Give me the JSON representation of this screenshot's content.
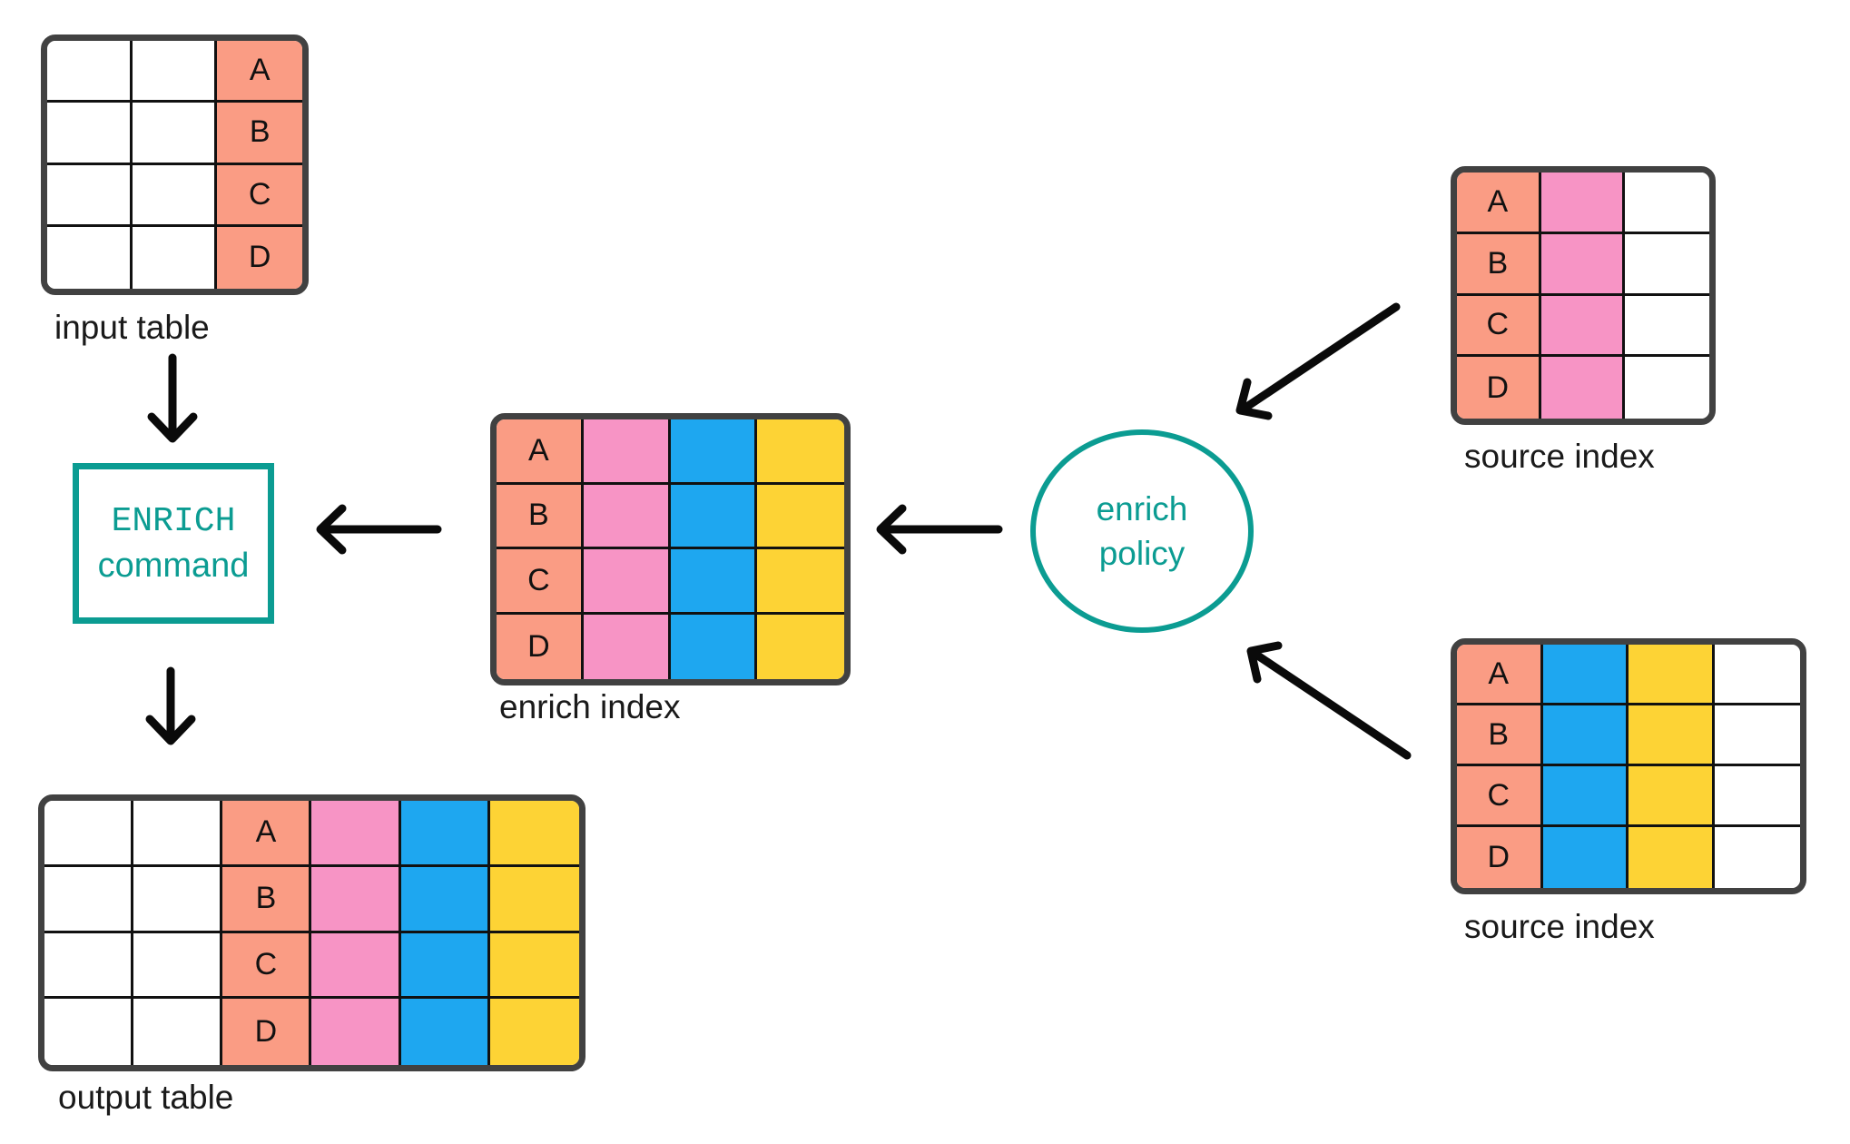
{
  "colors": {
    "salmon": "#FA9C84",
    "pink": "#F794C5",
    "blue": "#1EA7F0",
    "yellow": "#FDD335",
    "white": "#FFFFFF",
    "teal": "#0B9C92",
    "table_border": "#414141",
    "grid_line": "#111111",
    "arrow": "#0A0A0A",
    "label_text": "#1A1A1A"
  },
  "nodes": {
    "input_table": {
      "label": "input table",
      "rows": 4,
      "row_letters": [
        "A",
        "B",
        "C",
        "D"
      ],
      "columns": [
        {
          "color": "white"
        },
        {
          "color": "white"
        },
        {
          "color": "salmon",
          "letters": true
        }
      ]
    },
    "enrich_command": {
      "line1": "ENRICH",
      "line2": "command"
    },
    "output_table": {
      "label": "output table",
      "rows": 4,
      "row_letters": [
        "A",
        "B",
        "C",
        "D"
      ],
      "columns": [
        {
          "color": "white"
        },
        {
          "color": "white"
        },
        {
          "color": "salmon",
          "letters": true
        },
        {
          "color": "pink"
        },
        {
          "color": "blue"
        },
        {
          "color": "yellow"
        }
      ]
    },
    "enrich_index": {
      "label": "enrich index",
      "rows": 4,
      "row_letters": [
        "A",
        "B",
        "C",
        "D"
      ],
      "columns": [
        {
          "color": "salmon",
          "letters": true
        },
        {
          "color": "pink"
        },
        {
          "color": "blue"
        },
        {
          "color": "yellow"
        }
      ]
    },
    "enrich_policy": {
      "line1": "enrich",
      "line2": "policy"
    },
    "source_index_top": {
      "label": "source index",
      "rows": 4,
      "row_letters": [
        "A",
        "B",
        "C",
        "D"
      ],
      "columns": [
        {
          "color": "salmon",
          "letters": true
        },
        {
          "color": "pink"
        },
        {
          "color": "white"
        }
      ]
    },
    "source_index_bottom": {
      "label": "source index",
      "rows": 4,
      "row_letters": [
        "A",
        "B",
        "C",
        "D"
      ],
      "columns": [
        {
          "color": "salmon",
          "letters": true
        },
        {
          "color": "blue"
        },
        {
          "color": "yellow"
        },
        {
          "color": "white"
        }
      ]
    }
  },
  "arrows": [
    {
      "name": "arrow-input-table-to-enrich-command"
    },
    {
      "name": "arrow-enrich-command-to-output-table"
    },
    {
      "name": "arrow-enrich-index-to-enrich-command"
    },
    {
      "name": "arrow-enrich-policy-to-enrich-index"
    },
    {
      "name": "arrow-source-index-top-to-enrich-policy"
    },
    {
      "name": "arrow-source-index-bottom-to-enrich-policy"
    }
  ]
}
